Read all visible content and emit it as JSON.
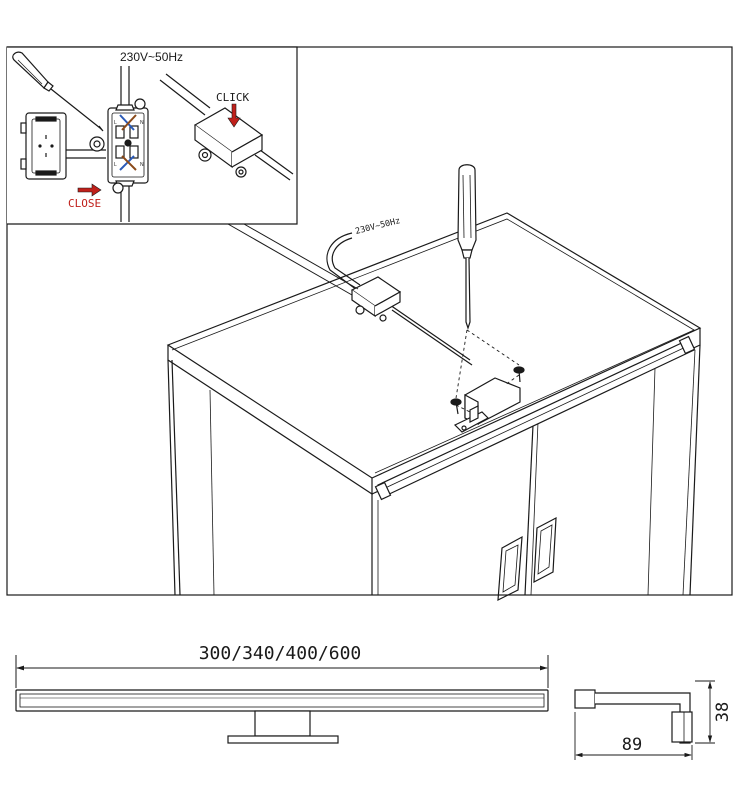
{
  "inset": {
    "voltage_label": "230V~50Hz",
    "click_label": "CLICK",
    "close_label": "CLOSE",
    "terminal_letters": [
      "L",
      "N",
      "L",
      "N"
    ]
  },
  "main": {
    "cable_label": "230V~50Hz"
  },
  "dimensions": {
    "length_label": "300/340/400/600",
    "depth_label": "89",
    "height_label": "38"
  },
  "colors": {
    "line": "#1a1a1a",
    "arrow_red": "#c0201b",
    "wire_blue": "#2a5ab8",
    "wire_brown": "#8a4a1a"
  }
}
